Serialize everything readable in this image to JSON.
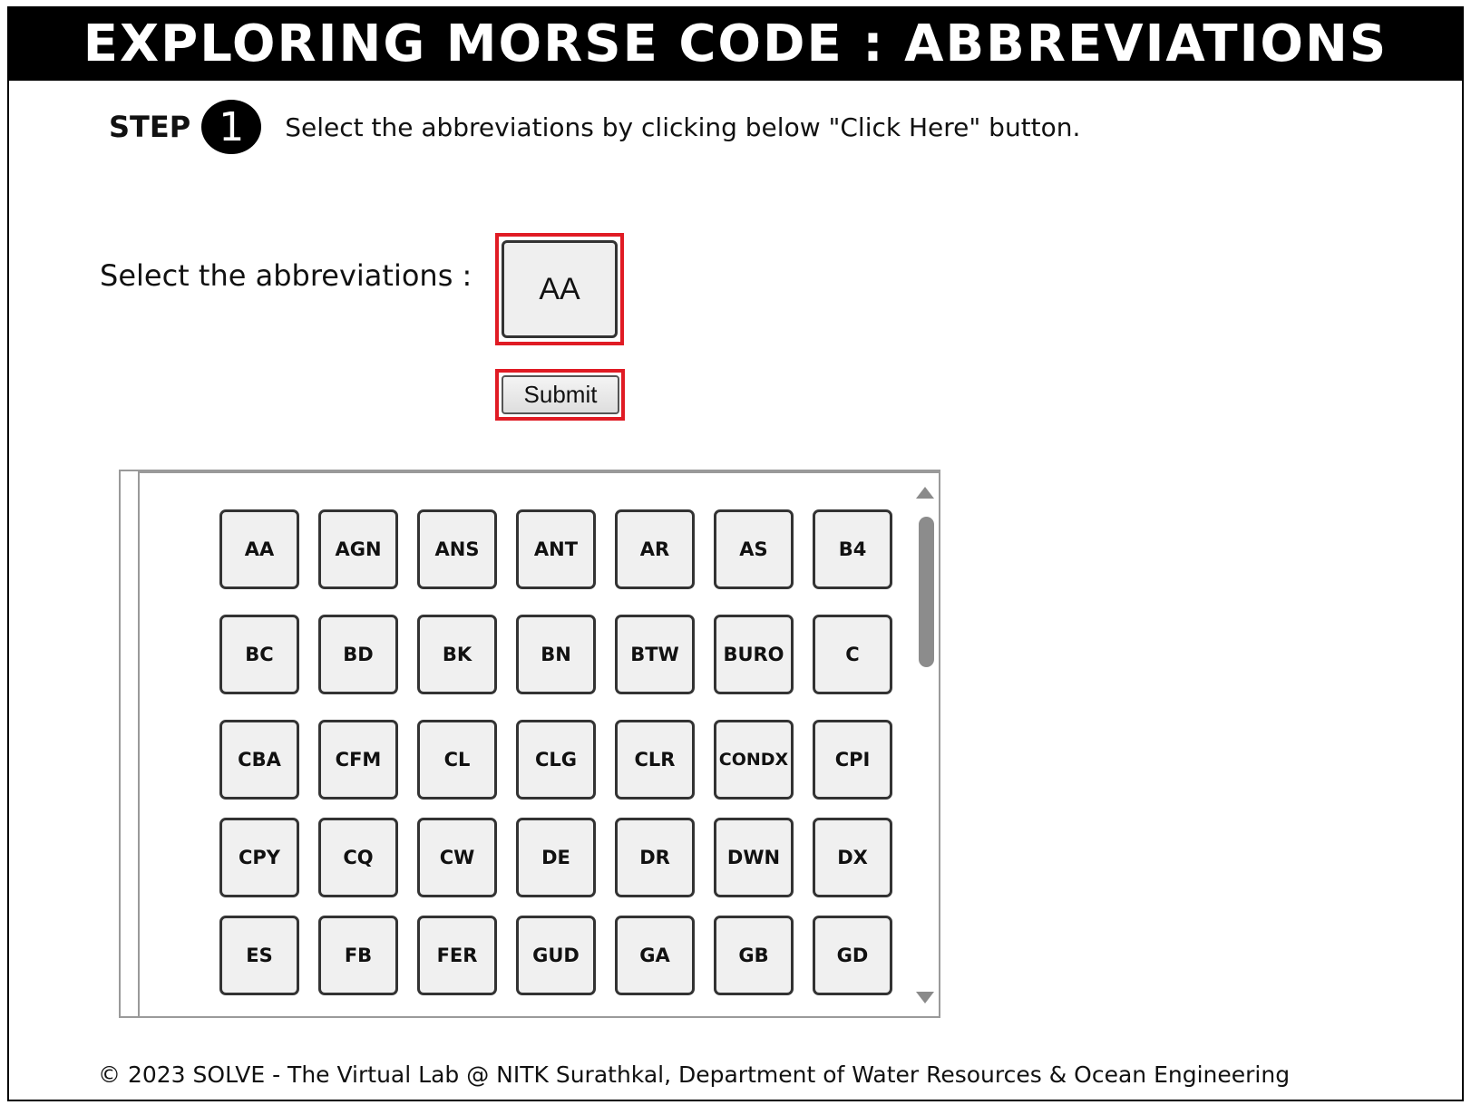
{
  "header": {
    "title": "EXPLORING MORSE CODE : ABBREVIATIONS"
  },
  "step": {
    "word": "STEP",
    "number": "1",
    "instruction": "Select the abbreviations by clicking below \"Click Here\" button."
  },
  "selector": {
    "label": "Select the abbreviations :",
    "selected_value": "AA",
    "submit_label": "Submit"
  },
  "abbreviations": [
    [
      "AA",
      "AGN",
      "ANS",
      "ANT",
      "AR",
      "AS",
      "B4"
    ],
    [
      "BC",
      "BD",
      "BK",
      "BN",
      "BTW",
      "BURO",
      "C"
    ],
    [
      "CBA",
      "CFM",
      "CL",
      "CLG",
      "CLR",
      "CONDX",
      "CPI"
    ],
    [
      "CPY",
      "CQ",
      "CW",
      "DE",
      "DR",
      "DWN",
      "DX"
    ],
    [
      "ES",
      "FB",
      "FER",
      "GUD",
      "GA",
      "GB",
      "GD"
    ]
  ],
  "footer": {
    "text": "© 2023 SOLVE - The Virtual Lab @ NITK Surathkal, Department of Water Resources & Ocean Engineering"
  },
  "colors": {
    "highlight": "#e01b24",
    "title_bg": "#000000"
  }
}
